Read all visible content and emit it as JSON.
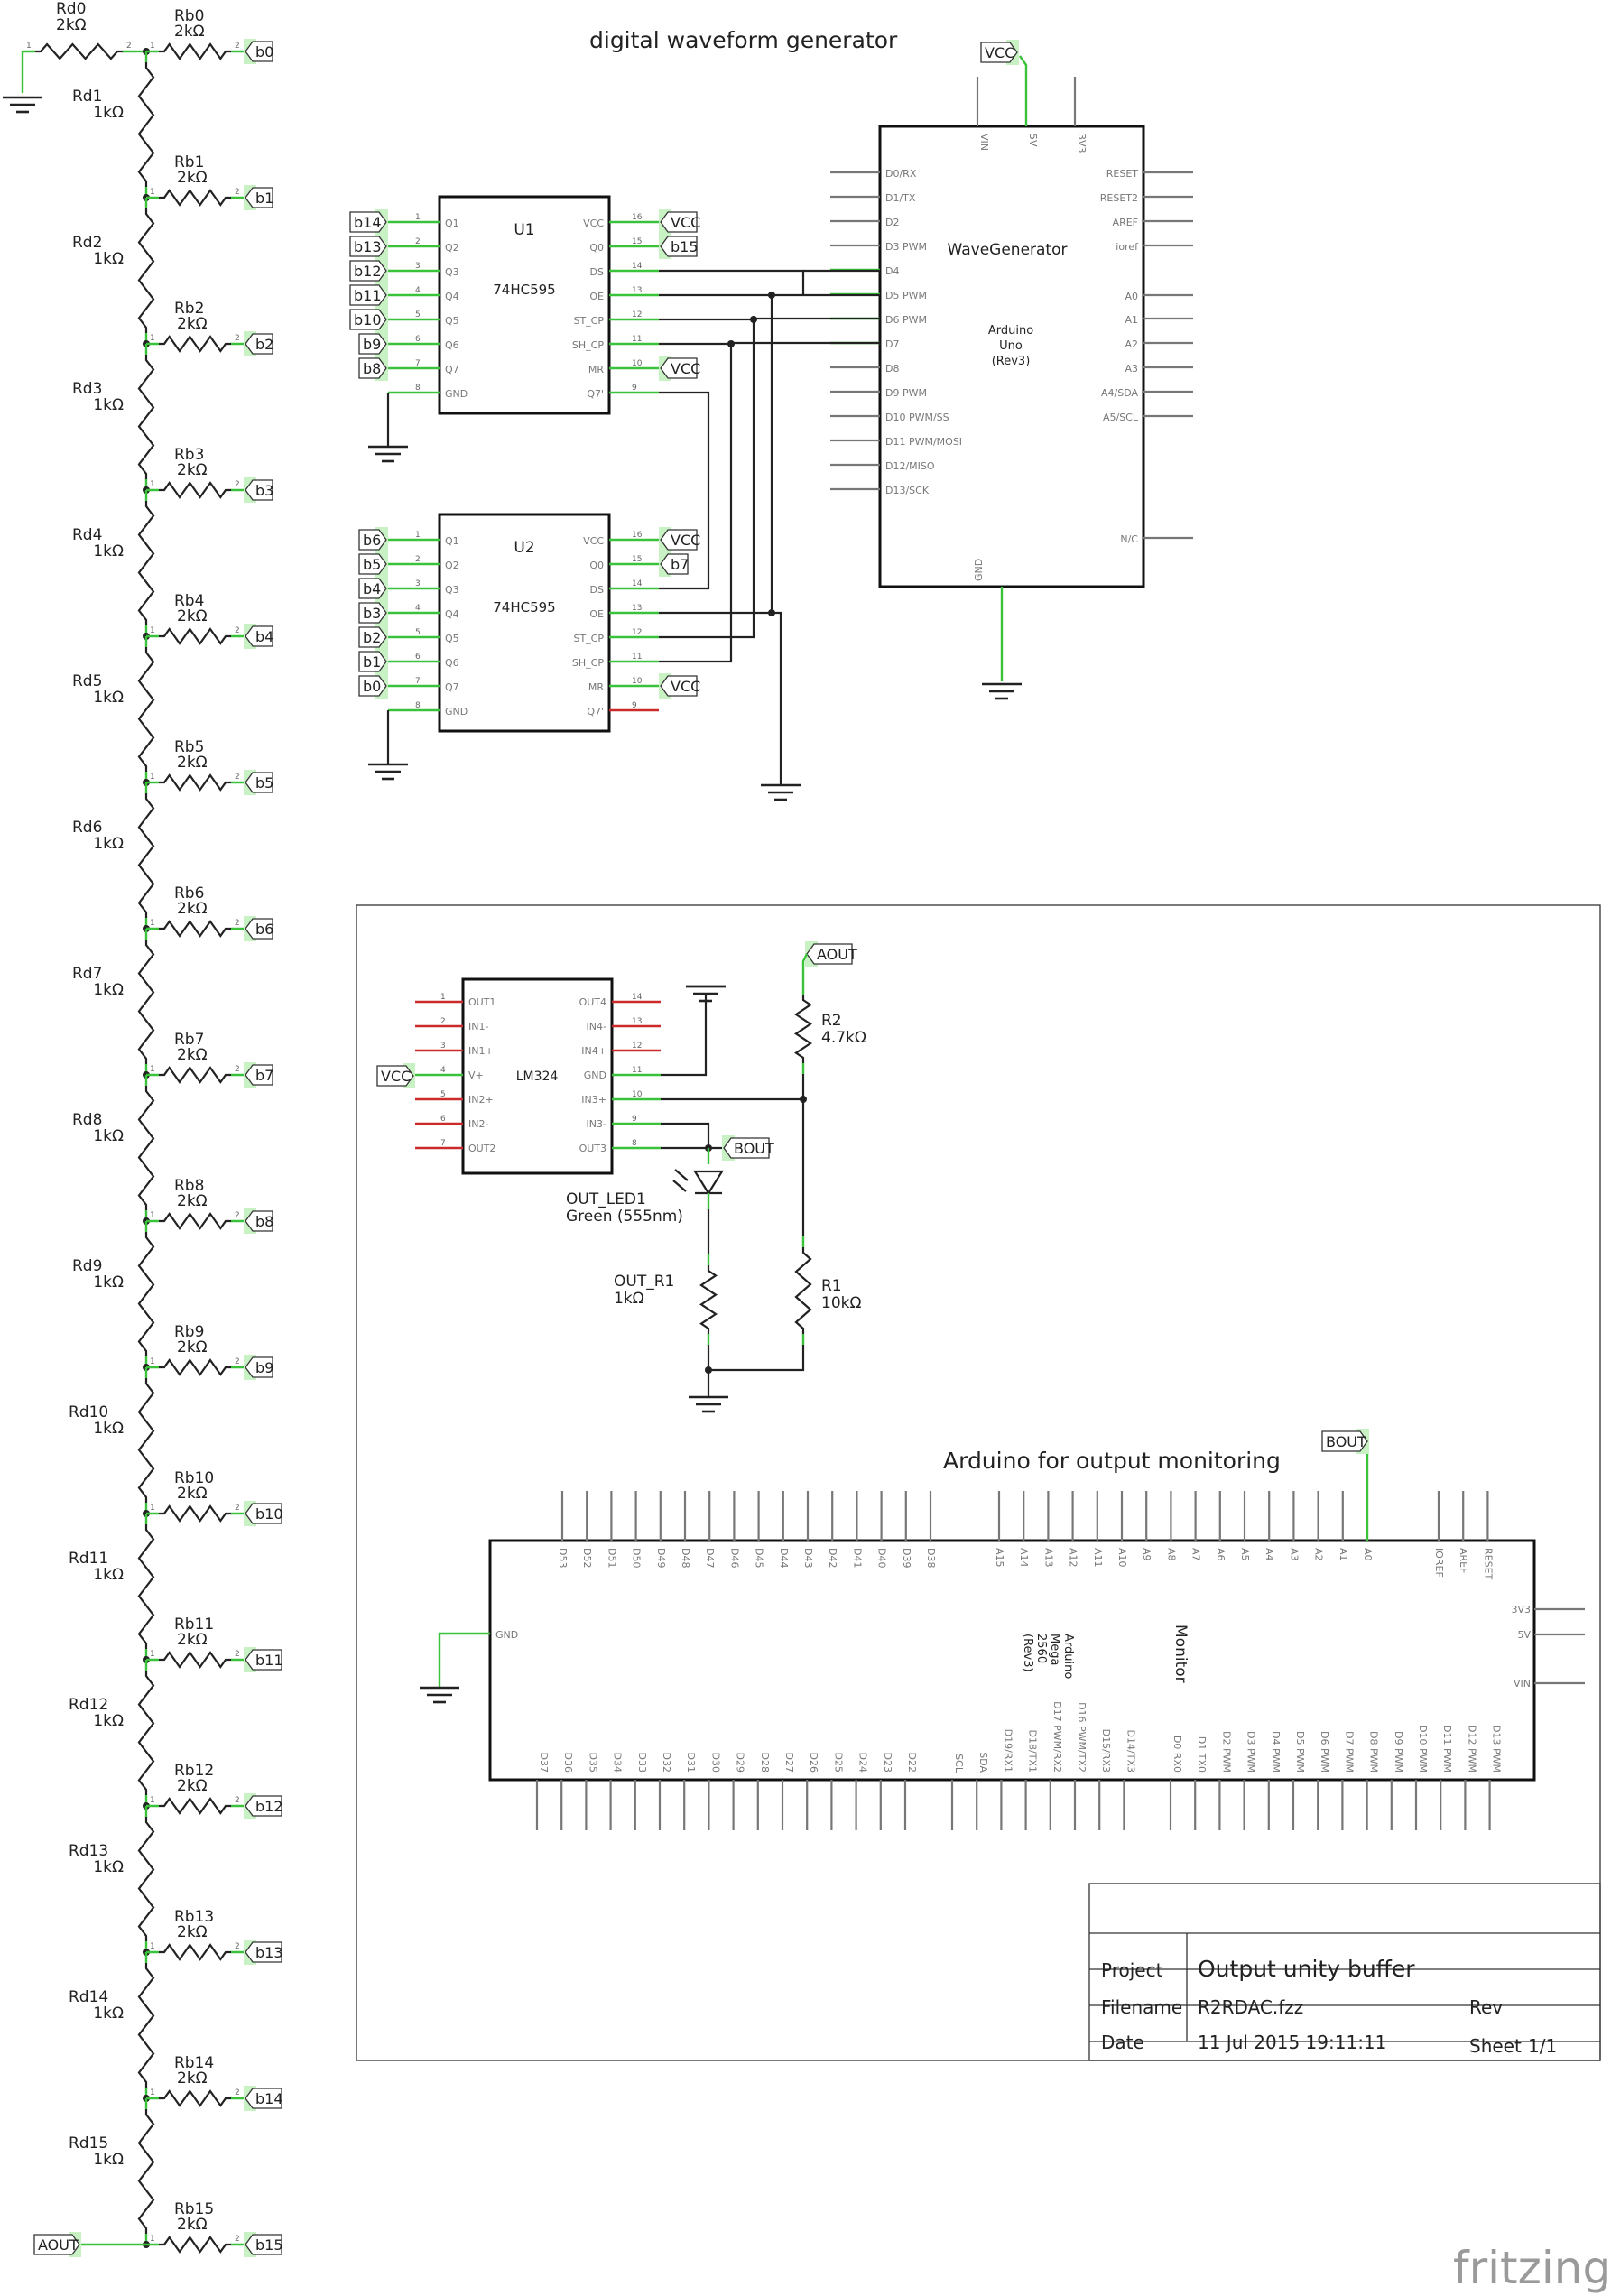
{
  "titles": {
    "wavegen": "digital waveform generator",
    "monitor": "Arduino for output monitoring"
  },
  "ladder": {
    "rd0": {
      "name": "Rd0",
      "value": "2kΩ"
    },
    "rd": [
      {
        "name": "Rd1",
        "value": "1kΩ"
      },
      {
        "name": "Rd2",
        "value": "1kΩ"
      },
      {
        "name": "Rd3",
        "value": "1kΩ"
      },
      {
        "name": "Rd4",
        "value": "1kΩ"
      },
      {
        "name": "Rd5",
        "value": "1kΩ"
      },
      {
        "name": "Rd6",
        "value": "1kΩ"
      },
      {
        "name": "Rd7",
        "value": "1kΩ"
      },
      {
        "name": "Rd8",
        "value": "1kΩ"
      },
      {
        "name": "Rd9",
        "value": "1kΩ"
      },
      {
        "name": "Rd10",
        "value": "1kΩ"
      },
      {
        "name": "Rd11",
        "value": "1kΩ"
      },
      {
        "name": "Rd12",
        "value": "1kΩ"
      },
      {
        "name": "Rd13",
        "value": "1kΩ"
      },
      {
        "name": "Rd14",
        "value": "1kΩ"
      },
      {
        "name": "Rd15",
        "value": "1kΩ"
      }
    ],
    "rb": [
      {
        "name": "Rb0",
        "value": "2kΩ",
        "net": "b0"
      },
      {
        "name": "Rb1",
        "value": "2kΩ",
        "net": "b1"
      },
      {
        "name": "Rb2",
        "value": "2kΩ",
        "net": "b2"
      },
      {
        "name": "Rb3",
        "value": "2kΩ",
        "net": "b3"
      },
      {
        "name": "Rb4",
        "value": "2kΩ",
        "net": "b4"
      },
      {
        "name": "Rb5",
        "value": "2kΩ",
        "net": "b5"
      },
      {
        "name": "Rb6",
        "value": "2kΩ",
        "net": "b6"
      },
      {
        "name": "Rb7",
        "value": "2kΩ",
        "net": "b7"
      },
      {
        "name": "Rb8",
        "value": "2kΩ",
        "net": "b8"
      },
      {
        "name": "Rb9",
        "value": "2kΩ",
        "net": "b9"
      },
      {
        "name": "Rb10",
        "value": "2kΩ",
        "net": "b10"
      },
      {
        "name": "Rb11",
        "value": "2kΩ",
        "net": "b11"
      },
      {
        "name": "Rb12",
        "value": "2kΩ",
        "net": "b12"
      },
      {
        "name": "Rb13",
        "value": "2kΩ",
        "net": "b13"
      },
      {
        "name": "Rb14",
        "value": "2kΩ",
        "net": "b14"
      },
      {
        "name": "Rb15",
        "value": "2kΩ",
        "net": "b15"
      }
    ],
    "aout_label": "AOUT"
  },
  "u1": {
    "name": "U1",
    "part": "74HC595",
    "left_pins": [
      {
        "num": "1",
        "name": "Q1",
        "net": "b14"
      },
      {
        "num": "2",
        "name": "Q2",
        "net": "b13"
      },
      {
        "num": "3",
        "name": "Q3",
        "net": "b12"
      },
      {
        "num": "4",
        "name": "Q4",
        "net": "b11"
      },
      {
        "num": "5",
        "name": "Q5",
        "net": "b10"
      },
      {
        "num": "6",
        "name": "Q6",
        "net": "b9"
      },
      {
        "num": "7",
        "name": "Q7",
        "net": "b8"
      },
      {
        "num": "8",
        "name": "GND",
        "net": ""
      }
    ],
    "right_pins": [
      {
        "num": "16",
        "name": "VCC",
        "net": "VCC"
      },
      {
        "num": "15",
        "name": "Q0",
        "net": "b15"
      },
      {
        "num": "14",
        "name": "DS",
        "net": ""
      },
      {
        "num": "13",
        "name": "OE",
        "net": ""
      },
      {
        "num": "12",
        "name": "ST_CP",
        "net": ""
      },
      {
        "num": "11",
        "name": "SH_CP",
        "net": ""
      },
      {
        "num": "10",
        "name": "MR",
        "net": "VCC"
      },
      {
        "num": "9",
        "name": "Q7'",
        "net": ""
      }
    ]
  },
  "u2": {
    "name": "U2",
    "part": "74HC595",
    "left_pins": [
      {
        "num": "1",
        "name": "Q1",
        "net": "b6"
      },
      {
        "num": "2",
        "name": "Q2",
        "net": "b5"
      },
      {
        "num": "3",
        "name": "Q3",
        "net": "b4"
      },
      {
        "num": "4",
        "name": "Q4",
        "net": "b3"
      },
      {
        "num": "5",
        "name": "Q5",
        "net": "b2"
      },
      {
        "num": "6",
        "name": "Q6",
        "net": "b1"
      },
      {
        "num": "7",
        "name": "Q7",
        "net": "b0"
      },
      {
        "num": "8",
        "name": "GND",
        "net": ""
      }
    ],
    "right_pins": [
      {
        "num": "16",
        "name": "VCC",
        "net": "VCC"
      },
      {
        "num": "15",
        "name": "Q0",
        "net": "b7"
      },
      {
        "num": "14",
        "name": "DS",
        "net": ""
      },
      {
        "num": "13",
        "name": "OE",
        "net": ""
      },
      {
        "num": "12",
        "name": "ST_CP",
        "net": ""
      },
      {
        "num": "11",
        "name": "SH_CP",
        "net": ""
      },
      {
        "num": "10",
        "name": "MR",
        "net": "VCC"
      },
      {
        "num": "9",
        "name": "Q7'",
        "net": ""
      }
    ]
  },
  "wavegen": {
    "name": "WaveGenerator",
    "line1": "Arduino",
    "line2": "Uno",
    "line3": "(Rev3)",
    "vcc_label": "VCC",
    "top_pins": [
      "VIN",
      "5V",
      "3V3"
    ],
    "left_pins": [
      "D0/RX",
      "D1/TX",
      "D2",
      "D3 PWM",
      "D4",
      "D5 PWM",
      "D6 PWM",
      "D7",
      "D8",
      "D9 PWM",
      "D10 PWM/SS",
      "D11 PWM/MOSI",
      "D12/MISO",
      "D13/SCK"
    ],
    "right_pins": [
      "RESET",
      "RESET2",
      "AREF",
      "ioref",
      "A0",
      "A1",
      "A2",
      "A3",
      "A4/SDA",
      "A5/SCL",
      "N/C"
    ],
    "bottom_pin": "GND"
  },
  "opamp": {
    "part": "LM324",
    "left_pins": [
      {
        "num": "1",
        "name": "OUT1"
      },
      {
        "num": "2",
        "name": "IN1-"
      },
      {
        "num": "3",
        "name": "IN1+"
      },
      {
        "num": "4",
        "name": "V+"
      },
      {
        "num": "5",
        "name": "IN2+"
      },
      {
        "num": "6",
        "name": "IN2-"
      },
      {
        "num": "7",
        "name": "OUT2"
      }
    ],
    "right_pins": [
      {
        "num": "14",
        "name": "OUT4"
      },
      {
        "num": "13",
        "name": "IN4-"
      },
      {
        "num": "12",
        "name": "IN4+"
      },
      {
        "num": "11",
        "name": "GND"
      },
      {
        "num": "10",
        "name": "IN3+"
      },
      {
        "num": "9",
        "name": "IN3-"
      },
      {
        "num": "8",
        "name": "OUT3"
      }
    ],
    "vcc_label": "VCC",
    "aout_label": "AOUT",
    "bout_label": "BOUT"
  },
  "buffer_parts": {
    "r2": {
      "name": "R2",
      "value": "4.7kΩ"
    },
    "r1": {
      "name": "R1",
      "value": "10kΩ"
    },
    "led": {
      "name": "OUT_LED1",
      "value": "Green (555nm)"
    },
    "out_r1": {
      "name": "OUT_R1",
      "value": "1kΩ"
    }
  },
  "monitor": {
    "name": "Monitor",
    "line1": "Arduino",
    "line2": "Mega",
    "line3": "2560",
    "line4": "(Rev3)",
    "bout_label": "BOUT",
    "top_pins": [
      "D53",
      "D52",
      "D51",
      "D50",
      "D49",
      "D48",
      "D47",
      "D46",
      "D45",
      "D44",
      "D43",
      "D42",
      "D41",
      "D40",
      "D39",
      "D38",
      "A15",
      "A14",
      "A13",
      "A12",
      "A11",
      "A10",
      "A9",
      "A8",
      "A7",
      "A6",
      "A5",
      "A4",
      "A3",
      "A2",
      "A1",
      "A0",
      "IOREF",
      "AREF",
      "RESET"
    ],
    "bottom_pins": [
      "D37",
      "D36",
      "D35",
      "D34",
      "D33",
      "D32",
      "D31",
      "D30",
      "D29",
      "D28",
      "D27",
      "D26",
      "D25",
      "D24",
      "D23",
      "D22",
      "SCL",
      "SDA",
      "D19/RX1",
      "D18/TX1",
      "D17 PWM/RX2",
      "D16 PWM/TX2",
      "D15/RX3",
      "D14/TX3",
      "D0 RX0",
      "D1 TX0",
      "D2 PWM",
      "D3 PWM",
      "D4 PWM",
      "D5 PWM",
      "D6 PWM",
      "D7 PWM",
      "D8 PWM",
      "D9 PWM",
      "D10 PWM",
      "D11 PWM",
      "D12 PWM",
      "D13 PWM"
    ],
    "left_pin": "GND",
    "right_pins": [
      "3V3",
      "5V",
      "VIN"
    ]
  },
  "title_block": {
    "project_label": "Project",
    "project": "Output unity buffer",
    "filename_label": "Filename",
    "filename": "R2RDAC.fzz",
    "rev_label": "Rev",
    "date_label": "Date",
    "date": "11 Jul 2015 19:11:11",
    "sheet_label": "Sheet",
    "sheet": "1/1"
  },
  "logo": "fritzing"
}
